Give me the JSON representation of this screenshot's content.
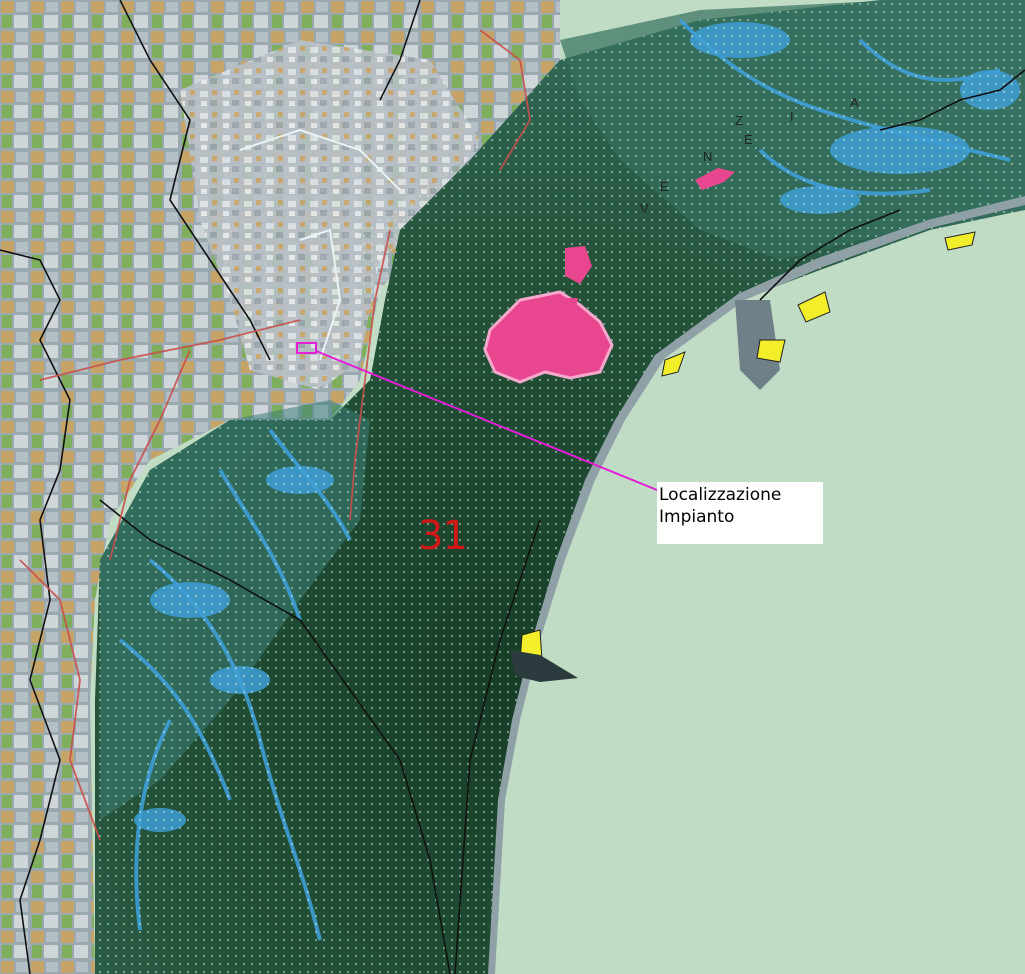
{
  "map": {
    "zone_number": "31",
    "callout": {
      "line1": "Localizzazione",
      "line2": "Impianto"
    },
    "region_letters": [
      "V",
      "E",
      "N",
      "E",
      "Z",
      "I",
      "A"
    ],
    "colors": {
      "sea": "#c1dcc4",
      "lagoon_dark": "#1e4a30",
      "lagoon_teal": "#3b7a73",
      "water_blue": "#3e9fd6",
      "urban": "#b9c2c8",
      "venice_pink": "#e8478f",
      "callout_line": "#e21ed7",
      "zone_label": "#d01818",
      "beach_yellow": "#f2ee2a",
      "border_black": "#111111",
      "road_red": "#c8504a"
    }
  }
}
